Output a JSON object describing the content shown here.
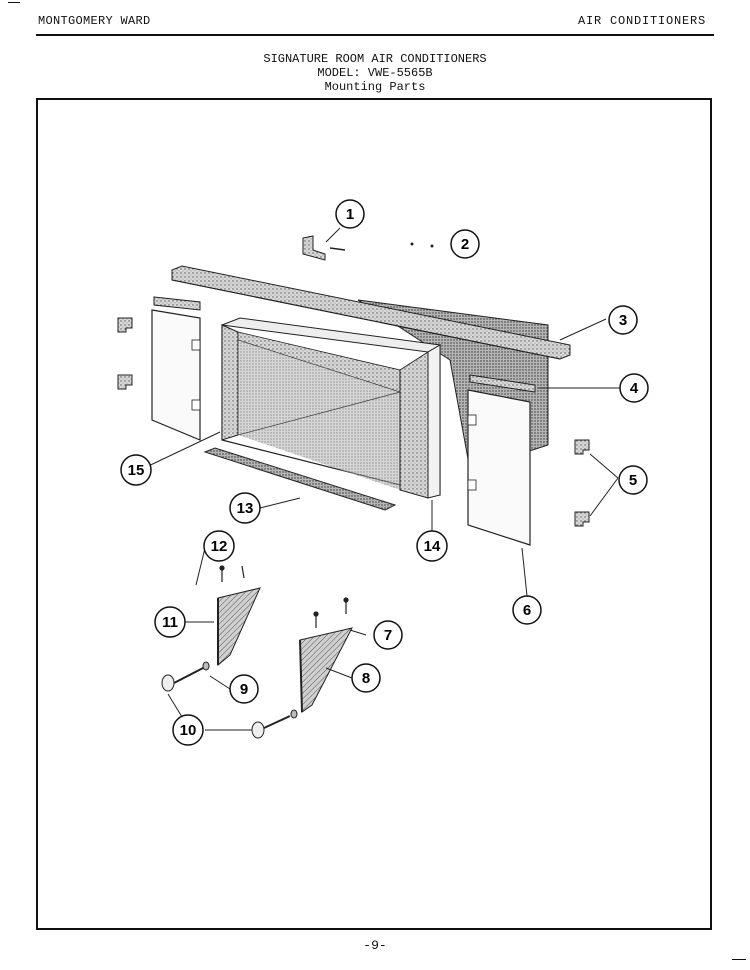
{
  "header": {
    "left": "MONTGOMERY WARD",
    "right": "AIR CONDITIONERS"
  },
  "titles": {
    "line1": "SIGNATURE ROOM AIR CONDITIONERS",
    "line2": "MODEL: VWE-5565B",
    "line3": "Mounting Parts"
  },
  "callouts": {
    "c1": "1",
    "c2": "2",
    "c3": "3",
    "c4": "4",
    "c5": "5",
    "c6": "6",
    "c7": "7",
    "c8": "8",
    "c9": "9",
    "c10": "10",
    "c11": "11",
    "c12": "12",
    "c13": "13",
    "c14": "14",
    "c15": "15"
  },
  "footer": {
    "page": "-9-"
  }
}
